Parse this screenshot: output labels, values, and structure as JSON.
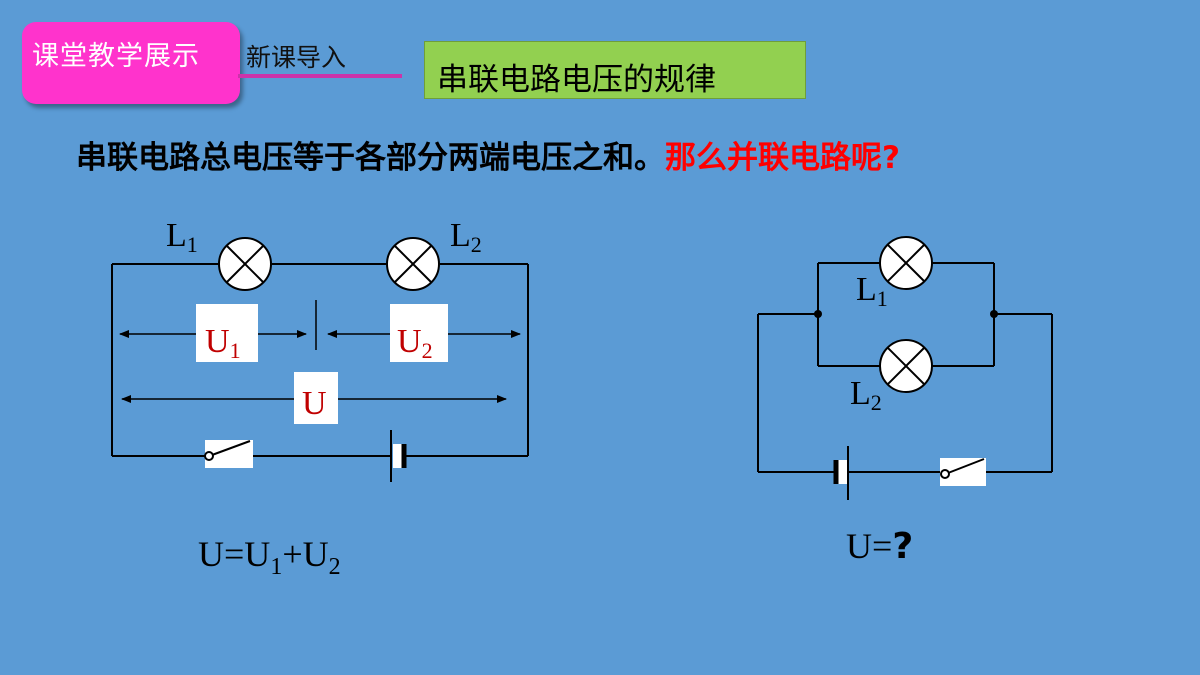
{
  "header": {
    "section_tag": "课堂教学展示",
    "subsection": "新课导入",
    "topic": "串联电路电压的规律"
  },
  "statement": {
    "main": "串联电路总电压等于各部分两端电压之和。",
    "question": "那么并联电路呢?"
  },
  "series_circuit": {
    "lamp1_letter": "L",
    "lamp1_sub": "1",
    "lamp2_letter": "L",
    "lamp2_sub": "2",
    "u1_letter": "U",
    "u1_sub": "1",
    "u2_letter": "U",
    "u2_sub": "2",
    "u_total": "U",
    "formula": {
      "a": "U=U",
      "b": "1",
      "c": "+U",
      "d": "2"
    }
  },
  "parallel_circuit": {
    "lamp1_letter": "L",
    "lamp1_sub": "1",
    "lamp2_letter": "L",
    "lamp2_sub": "2",
    "formula": {
      "a": "U=",
      "b": "?"
    }
  },
  "colors": {
    "background": "#5b9bd5",
    "tag": "#ff33cc",
    "topic_box": "#92d050",
    "voltage_label": "#c00000",
    "question": "#ff0000"
  }
}
